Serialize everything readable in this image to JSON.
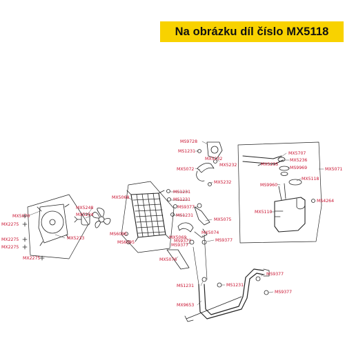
{
  "banner": {
    "text": "Na obrázku díl číslo MX5118",
    "color": "#f8d200"
  },
  "colors": {
    "label": "#c8102e",
    "line": "#222222"
  },
  "labels": [
    {
      "id": "MS9728",
      "text": "MS9728"
    },
    {
      "id": "MS1231a",
      "text": "MS1231"
    },
    {
      "id": "MX5232a",
      "text": "MX5232"
    },
    {
      "id": "MX5232b",
      "text": "MX5232"
    },
    {
      "id": "MX5072",
      "text": "MX5072"
    },
    {
      "id": "MX5232c",
      "text": "MX5232"
    },
    {
      "id": "MX5707",
      "text": "MX5707"
    },
    {
      "id": "MX5235",
      "text": "MX5235"
    },
    {
      "id": "MX5236",
      "text": "MX5236"
    },
    {
      "id": "MS9969",
      "text": "MS9969"
    },
    {
      "id": "MX5071",
      "text": "MX5071"
    },
    {
      "id": "MX5118",
      "text": "MX5118"
    },
    {
      "id": "MS9960",
      "text": "MS9960"
    },
    {
      "id": "MS4264",
      "text": "MS4264"
    },
    {
      "id": "MX5110",
      "text": "MX5110"
    },
    {
      "id": "MS1231b",
      "text": "MS1231"
    },
    {
      "id": "MS1231c",
      "text": "MS1231"
    },
    {
      "id": "MX5068",
      "text": "MX5068"
    },
    {
      "id": "MS9377a",
      "text": "MS9377"
    },
    {
      "id": "MS1231d",
      "text": "MS1231"
    },
    {
      "id": "MX5075",
      "text": "MX5075"
    },
    {
      "id": "MX5248",
      "text": "MX5248"
    },
    {
      "id": "MX5234",
      "text": "MX5234"
    },
    {
      "id": "MX5070",
      "text": "MX5070"
    },
    {
      "id": "MX2275a",
      "text": "MX2275"
    },
    {
      "id": "MX5233",
      "text": "MX5233"
    },
    {
      "id": "MX2275b",
      "text": "MX2275"
    },
    {
      "id": "MX2275c",
      "text": "MX2275"
    },
    {
      "id": "MX2275d",
      "text": "MX2275"
    },
    {
      "id": "MS6095a",
      "text": "MS6095"
    },
    {
      "id": "MS6095b",
      "text": "MS6095"
    },
    {
      "id": "MX5069",
      "text": "MX5069"
    },
    {
      "id": "MX5074",
      "text": "MX5074"
    },
    {
      "id": "MS9377b",
      "text": "MS9377"
    },
    {
      "id": "MS9377c",
      "text": "MS9377"
    },
    {
      "id": "MS9377d",
      "text": "MS9377"
    },
    {
      "id": "MX5076",
      "text": "MX5076"
    },
    {
      "id": "MS9377e",
      "text": "MS9377"
    },
    {
      "id": "MS1231e",
      "text": "MS1231"
    },
    {
      "id": "MS1231f",
      "text": "MS1231"
    },
    {
      "id": "MS9377f",
      "text": "MS9377"
    },
    {
      "id": "MX9653",
      "text": "MX9653"
    }
  ]
}
